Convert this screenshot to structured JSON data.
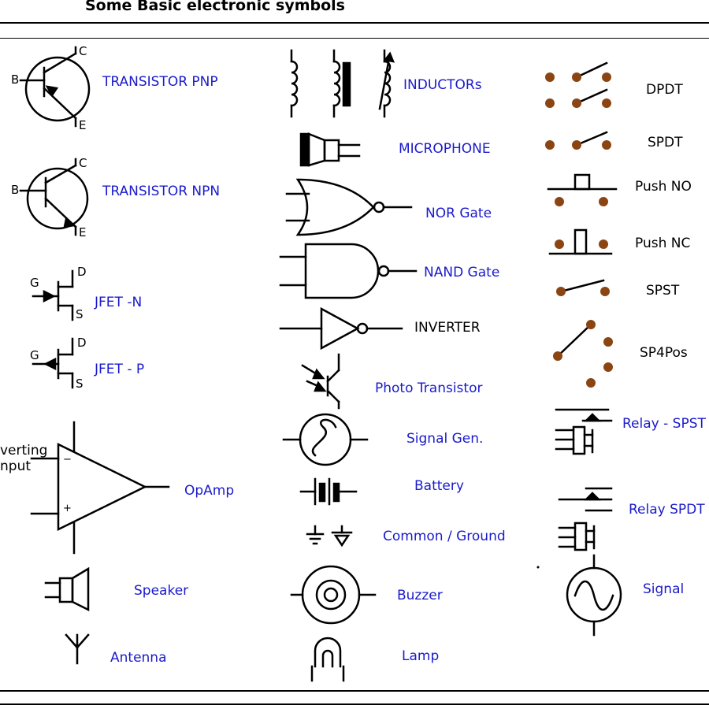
{
  "title": "Some Basic electronic symbols",
  "colors": {
    "label_blue": "#1a1acc",
    "label_black": "#000000",
    "switch_contact": "#8b4513"
  },
  "symbols": {
    "transistor_pnp": "TRANSISTOR PNP",
    "transistor_npn": "TRANSISTOR NPN",
    "jfet_n": "JFET -N",
    "jfet_p": "JFET - P",
    "opamp": "OpAmp",
    "opamp_input": "Inverting input",
    "opamp_input_line1": "verting",
    "opamp_input_line2": "nput",
    "speaker": "Speaker",
    "antenna": "Antenna",
    "inductors": "INDUCTORs",
    "microphone": "MICROPHONE",
    "nor_gate": "NOR Gate",
    "nand_gate": "NAND Gate",
    "inverter": "INVERTER",
    "photo_transistor": "Photo Transistor",
    "signal_gen": "Signal Gen.",
    "battery": "Battery",
    "common_ground": "Common / Ground",
    "buzzer": "Buzzer",
    "lamp": "Lamp",
    "dpdt": "DPDT",
    "spdt": "SPDT",
    "push_no": "Push NO",
    "push_nc": "Push NC",
    "spst": "SPST",
    "sp4pos": "SP4Pos",
    "relay_spst": "Relay - SPST",
    "relay_spdt": "Relay SPDT",
    "signal": "Signal"
  },
  "pins": {
    "collector": "C",
    "base": "B",
    "emitter": "E",
    "drain": "D",
    "gate": "G",
    "source": "S",
    "minus": "−",
    "plus": "+"
  }
}
